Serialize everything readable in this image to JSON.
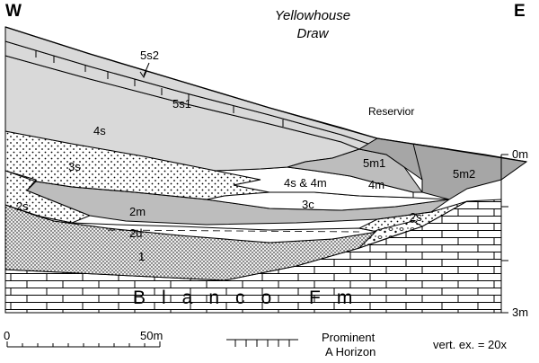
{
  "title": {
    "line1": "Yellowhouse",
    "line2": "Draw"
  },
  "compass": {
    "west": "W",
    "east": "E"
  },
  "units": [
    {
      "id": "5s2",
      "label": "5s2"
    },
    {
      "id": "5s1",
      "label": "5s1"
    },
    {
      "id": "4s",
      "label": "4s"
    },
    {
      "id": "3s",
      "label": "3s"
    },
    {
      "id": "5m1",
      "label": "5m1"
    },
    {
      "id": "5m2",
      "label": "5m2"
    },
    {
      "id": "4s-4m",
      "label": "4s & 4m"
    },
    {
      "id": "4m",
      "label": "4m"
    },
    {
      "id": "3c",
      "label": "3c"
    },
    {
      "id": "2s-west",
      "label": "2s"
    },
    {
      "id": "2s-east",
      "label": "2s"
    },
    {
      "id": "2m",
      "label": "2m"
    },
    {
      "id": "2d",
      "label": "2d"
    },
    {
      "id": "1",
      "label": "1"
    }
  ],
  "reservoir_label": "Reservior",
  "formation_label": "Blanco Fm",
  "depth_labels": {
    "top": "0m",
    "bottom": "3m"
  },
  "scale_bar": {
    "start": "0",
    "end": "50m"
  },
  "legend": {
    "line1": "Prominent",
    "line2": "A Horizon"
  },
  "vertical_exaggeration": "vert. ex. = 20x",
  "colors": {
    "light_gray": "#d9d9d9",
    "medium_gray": "#bdbdbd",
    "dark_gray": "#a6a6a6",
    "line": "#000000"
  }
}
